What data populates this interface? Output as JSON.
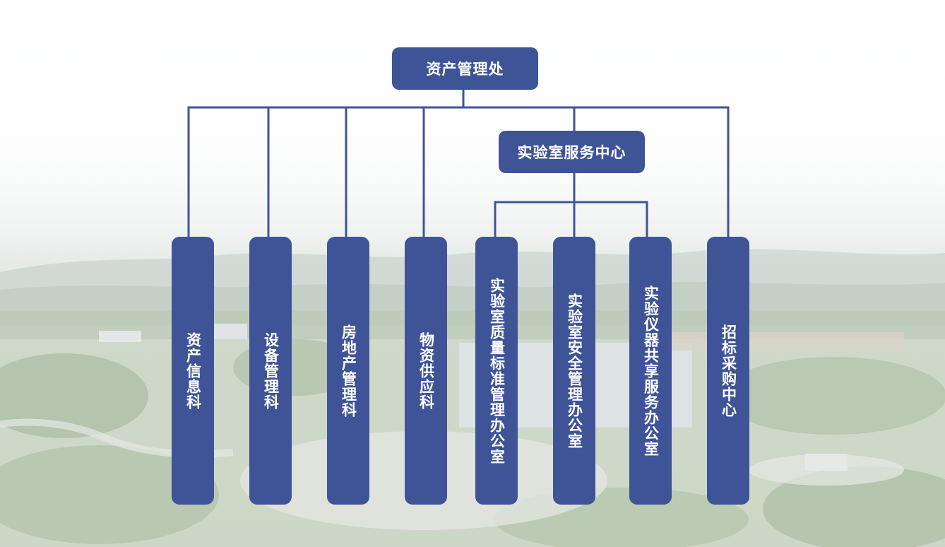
{
  "diagram": {
    "root": {
      "label": "资产管理处"
    },
    "lab_center": {
      "label": "实验室服务中心"
    },
    "departments": [
      {
        "label": "资产信息科"
      },
      {
        "label": "设备管理科"
      },
      {
        "label": "房地产管理科"
      },
      {
        "label": "物资供应科"
      },
      {
        "label": "实验室质量标准管理办公室"
      },
      {
        "label": "实验室安全管理办公室"
      },
      {
        "label": "实验仪器共享服务办公室"
      },
      {
        "label": "招标采购中心"
      }
    ]
  },
  "colors": {
    "box": "#3f5497",
    "connector": "#3f5497",
    "text": "#ffffff"
  }
}
